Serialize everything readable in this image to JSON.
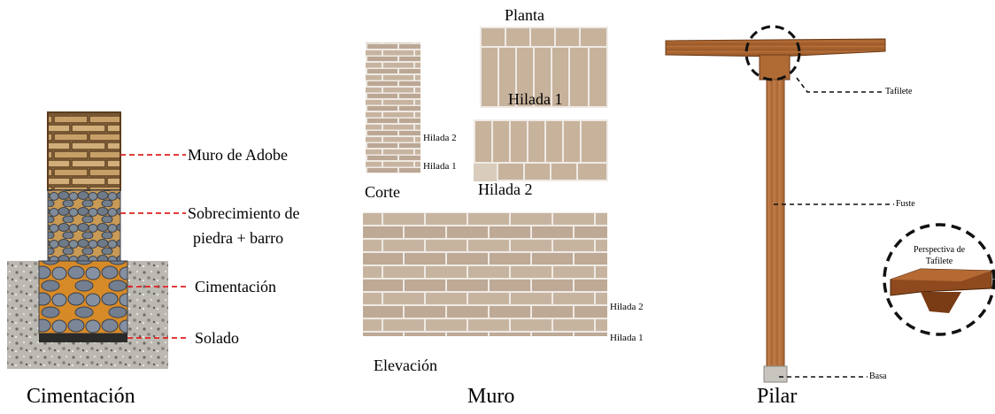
{
  "cimentacion": {
    "title": "Cimentación",
    "labels": {
      "muro": "Muro de Adobe",
      "sobrecimiento_line1": "Sobrecimiento de",
      "sobrecimiento_line2": "piedra + barro",
      "cimentacion": "Cimentación",
      "solado": "Solado"
    }
  },
  "muro": {
    "title": "Muro",
    "labels": {
      "planta": "Planta",
      "hilada1_big": "Hilada 1",
      "hilada2_big": "Hilada 2",
      "corte": "Corte",
      "elevacion": "Elevación",
      "corte_hilada2": "Hilada 2",
      "corte_hilada1": "Hilada 1",
      "elev_hilada2": "Hilada 2",
      "elev_hilada1": "Hilada 1"
    }
  },
  "pilar": {
    "title": "Pilar",
    "labels": {
      "tafilete": "Tafilete",
      "fuste": "Fuste",
      "basa": "Basa",
      "perspectiva_line1": "Perspectiva de",
      "perspectiva_line2": "Tafilete"
    }
  },
  "colors": {
    "leader_red": "#e02020",
    "adobe": "#c4a06a",
    "mortar_orange": "#d48a2a",
    "stone_gray": "#7a8696",
    "brick_tan": "#c9b8a4",
    "wood": "#b5703c"
  }
}
